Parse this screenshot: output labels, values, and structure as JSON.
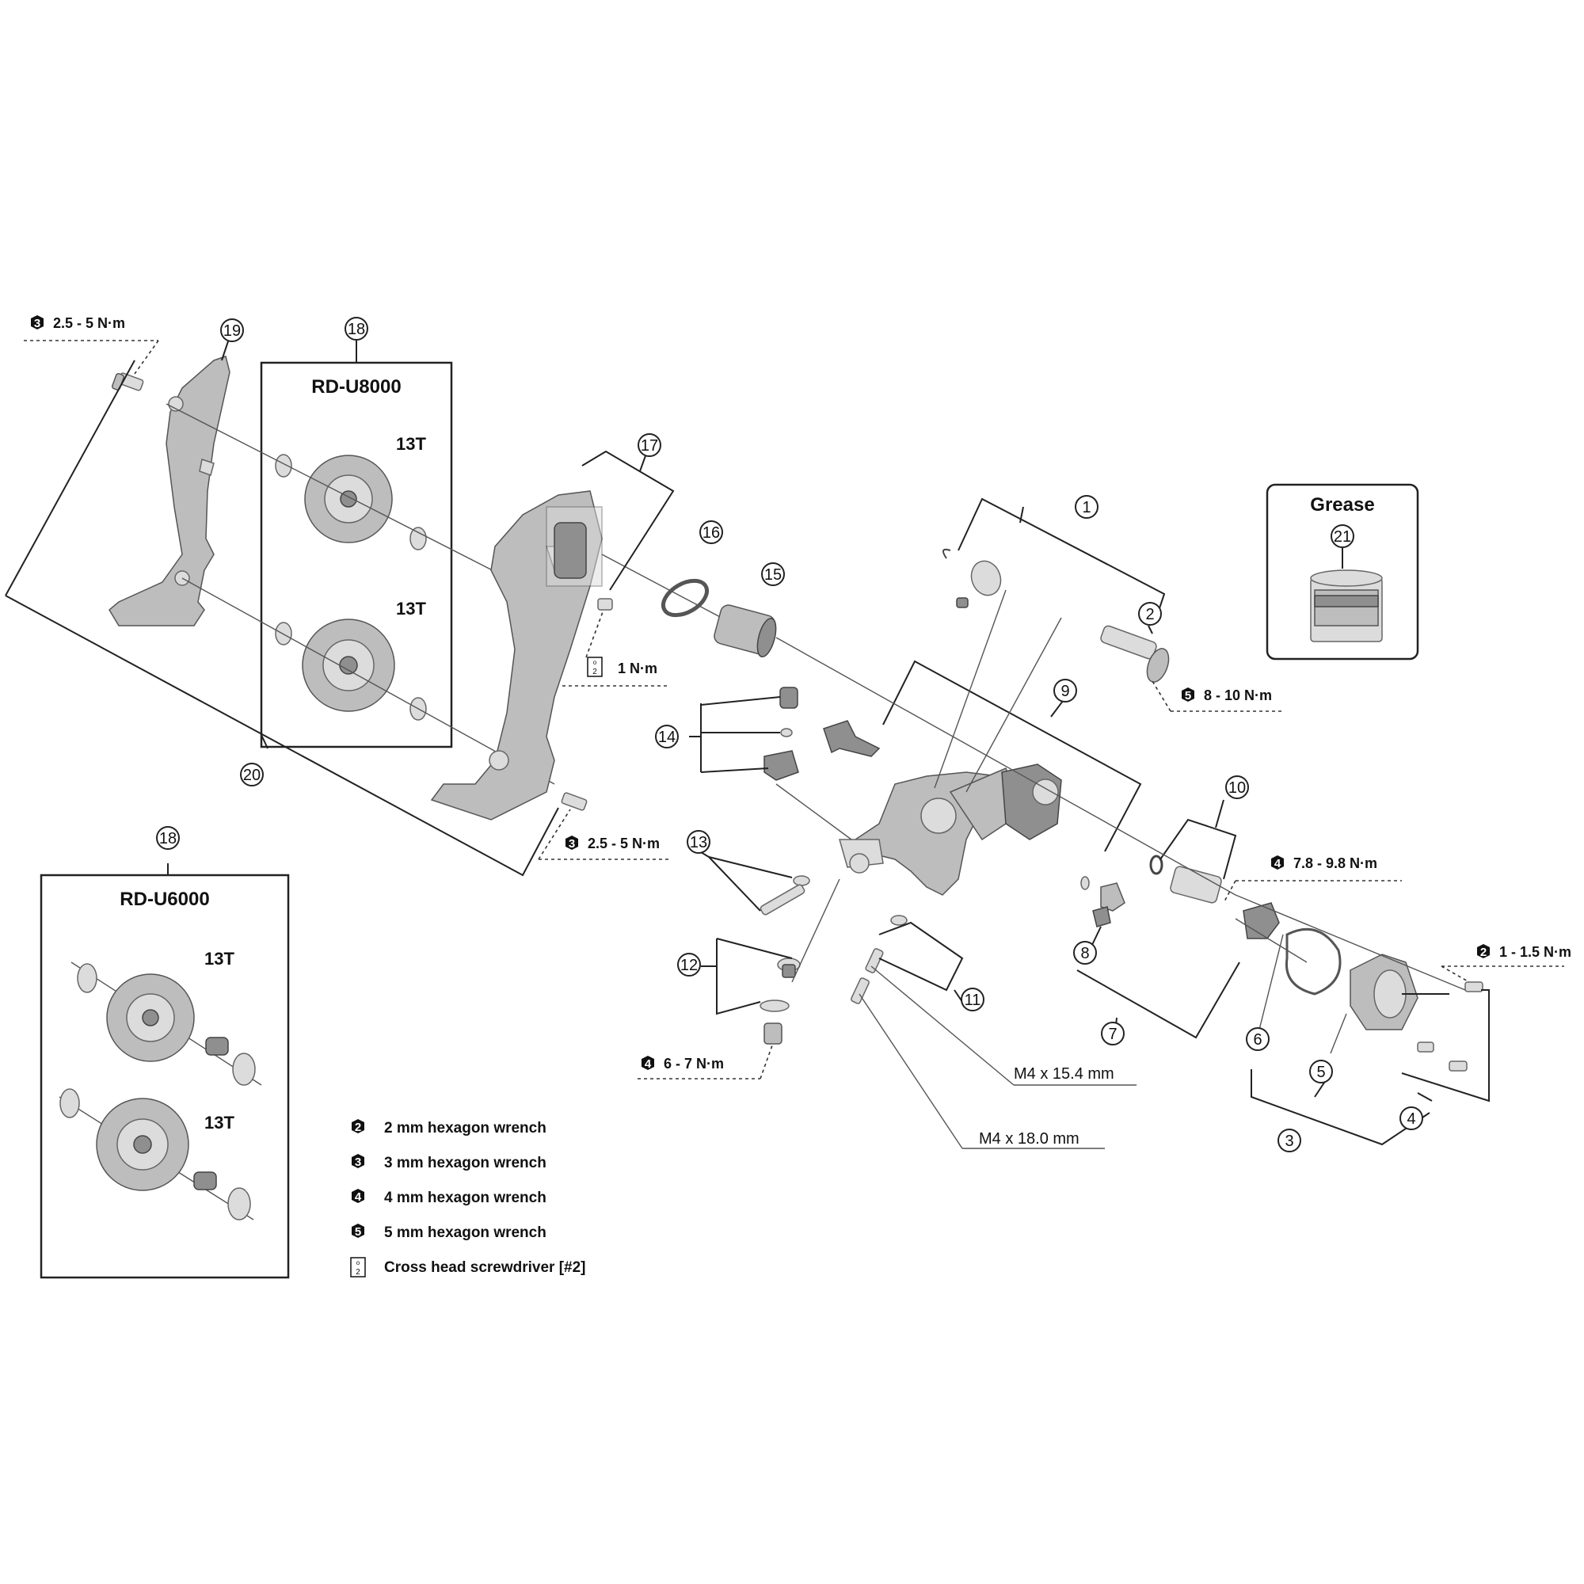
{
  "models": {
    "u8000": "RD-U8000",
    "u6000": "RD-U6000"
  },
  "teeth": {
    "t1": "13T",
    "t2": "13T",
    "t3": "13T",
    "t4": "13T"
  },
  "grease_label": "Grease",
  "callouts": [
    "1",
    "2",
    "3",
    "4",
    "5",
    "6",
    "7",
    "8",
    "9",
    "10",
    "11",
    "12",
    "13",
    "14",
    "15",
    "16",
    "17",
    "18",
    "19",
    "20",
    "21"
  ],
  "torques": {
    "t_19": {
      "tool": "3",
      "value": "2.5 - 5 N·m"
    },
    "t_20": {
      "tool": "3",
      "value": "2.5 - 5 N·m"
    },
    "t_17": {
      "tool": "cross",
      "value": "1 N·m"
    },
    "t_2": {
      "tool": "5",
      "value": "8 - 10 N·m"
    },
    "t_10": {
      "tool": "4",
      "value": "7.8 - 9.8 N·m"
    },
    "t_4": {
      "tool": "2",
      "value": "1 - 1.5 N·m"
    },
    "t_12": {
      "tool": "4",
      "value": "6 - 7 N·m"
    }
  },
  "screw_sizes": {
    "s1": "M4 x 15.4 mm",
    "s2": "M4 x 18.0 mm"
  },
  "legend": [
    {
      "icon": "2",
      "text": "2 mm hexagon wrench"
    },
    {
      "icon": "3",
      "text": "3 mm hexagon wrench"
    },
    {
      "icon": "4",
      "text": "4 mm hexagon wrench"
    },
    {
      "icon": "5",
      "text": "5 mm hexagon wrench"
    },
    {
      "icon": "cross",
      "text": "Cross head screwdriver [#2]"
    }
  ]
}
